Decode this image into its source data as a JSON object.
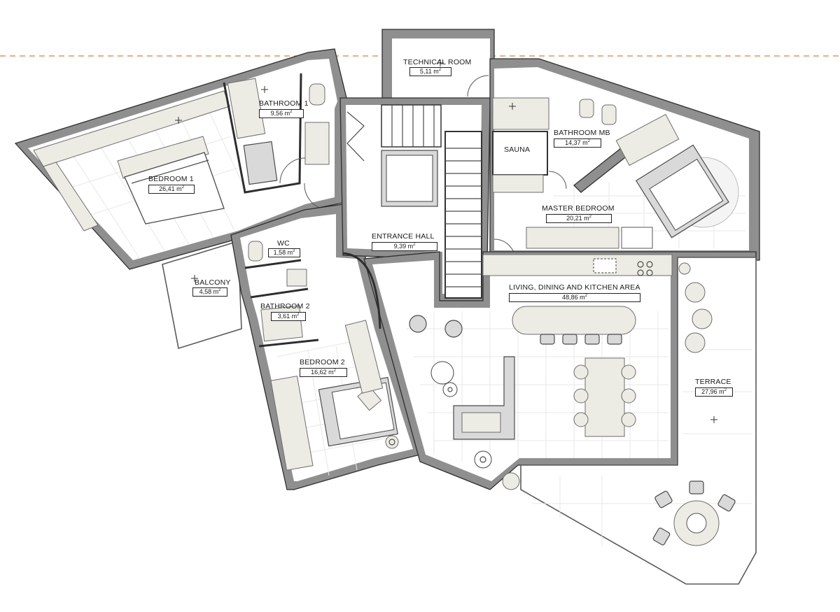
{
  "rooms": {
    "technical": {
      "name": "TECHNICAL ROOM",
      "area": "5,11 m",
      "unit_sup": "2"
    },
    "bathroom1": {
      "name": "BATHROOM 1",
      "area": "9,56 m",
      "unit_sup": "2"
    },
    "bedroom1": {
      "name": "BEDROOM 1",
      "area": "26,41 m",
      "unit_sup": "2"
    },
    "bathroom_mb": {
      "name": "BATHROOM MB",
      "area": "14,37 m",
      "unit_sup": "2"
    },
    "sauna": {
      "name": "SAUNA"
    },
    "master_bedroom": {
      "name": "MASTER BEDROOM",
      "area": "20,21 m",
      "unit_sup": "2"
    },
    "entrance_hall": {
      "name": "ENTRANCE HALL",
      "area": "9,39 m",
      "unit_sup": "2"
    },
    "wc": {
      "name": "WC",
      "area": "1,58 m",
      "unit_sup": "2"
    },
    "balcony": {
      "name": "BALCONY",
      "area": "4,58 m",
      "unit_sup": "2"
    },
    "bathroom2": {
      "name": "BATHROOM 2",
      "area": "3,61 m",
      "unit_sup": "2"
    },
    "living": {
      "name": "LIVING, DINING AND KITCHEN AREA",
      "area": "48,86 m",
      "unit_sup": "2"
    },
    "bedroom2": {
      "name": "BEDROOM 2",
      "area": "16,62 m",
      "unit_sup": "2"
    },
    "terrace": {
      "name": "TERRACE",
      "area": "27,96 m",
      "unit_sup": "2"
    }
  },
  "colors": {
    "wall": "#8f8f8f",
    "furniture": "#ecebe4",
    "boundary_line": "#e8915a"
  },
  "icons": [
    "center-cross-icon",
    "door-swing-icon",
    "stair-icon",
    "round-table-icon"
  ]
}
